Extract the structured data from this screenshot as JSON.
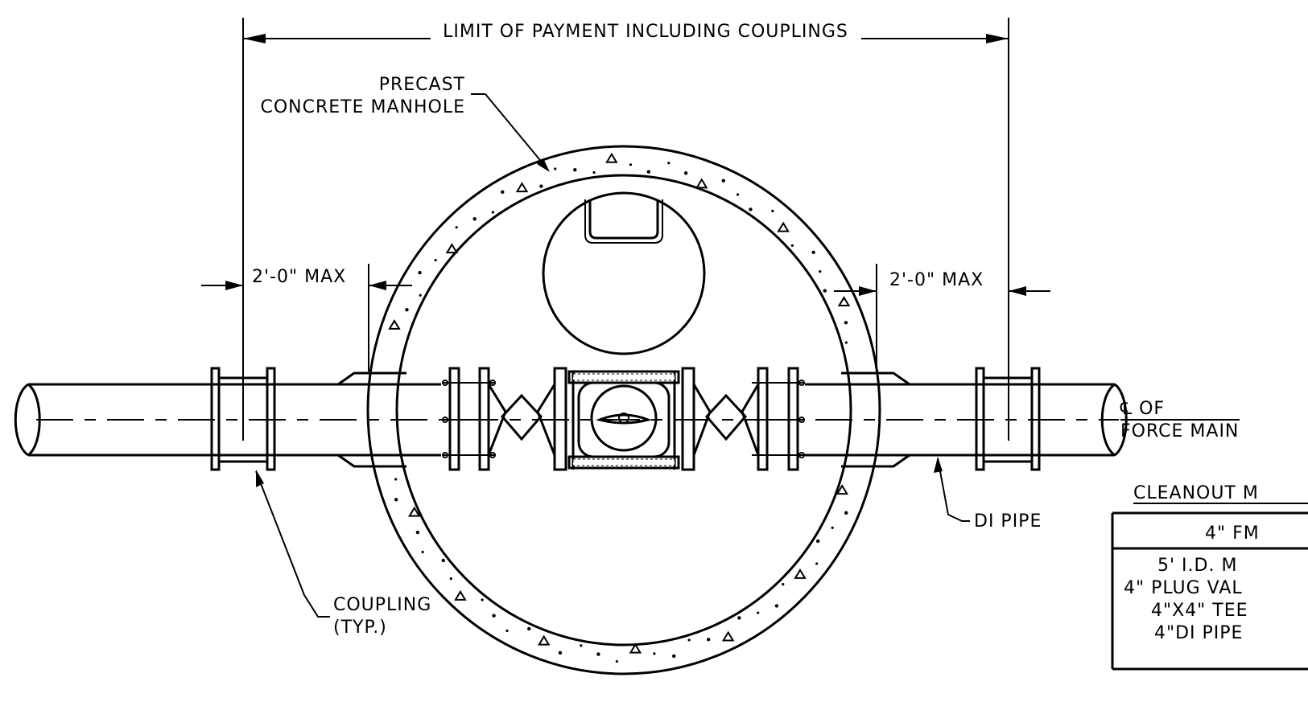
{
  "labels": {
    "limit_of_payment": "LIMIT OF PAYMENT INCLUDING COUPLINGS",
    "manhole_line1": "PRECAST",
    "manhole_line2": "CONCRETE MANHOLE",
    "left_max": "2'-0\" MAX",
    "right_max": "2'-0\" MAX",
    "centerline_line1": "℄ OF",
    "centerline_line2": "FORCE MAIN",
    "di_pipe": "DI PIPE",
    "coupling_line1": "COUPLING",
    "coupling_line2": "(TYP.)"
  },
  "table": {
    "title": "CLEANOUT M",
    "header": "4\" FM",
    "rows": [
      "5' I.D. M",
      "4\" PLUG VAL",
      "4\"X4\" TEE",
      "4\"DI PIPE"
    ]
  },
  "colors": {
    "line": "#000000",
    "background": "#ffffff"
  }
}
